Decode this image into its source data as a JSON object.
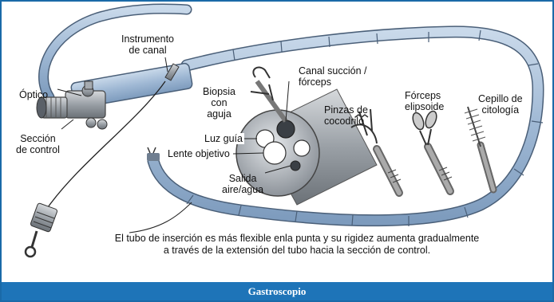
{
  "labels": {
    "optico": "Óptico",
    "instrumento_canal": "Instrumento\nde canal",
    "seccion_control": "Sección\nde control",
    "biopsia": "Biopsia\ncon\naguja",
    "canal_succion": "Canal succión /\nfórceps",
    "luz_guia": "Luz guía",
    "lente_objetivo": "Lente objetivo",
    "salida_aire": "Salida\naire/agua",
    "pinzas_cocodrilo": "Pinzas de\ncocodrilo",
    "forceps_elipsoide": "Fórceps\nelipsoide",
    "cepillo": "Cepillo de\ncitología",
    "nota_tubo": "El tubo de inserción es más flexible enla punta y su rigidez aumenta gradualmente\na través de la extensión del tubo hacia la sección de control."
  },
  "caption": "Gastroscopio",
  "colors": {
    "frame": "#1a6aa8",
    "caption_bg": "#1e74b8",
    "tube": "#9fb8d4",
    "metal": "#8a8f96"
  }
}
